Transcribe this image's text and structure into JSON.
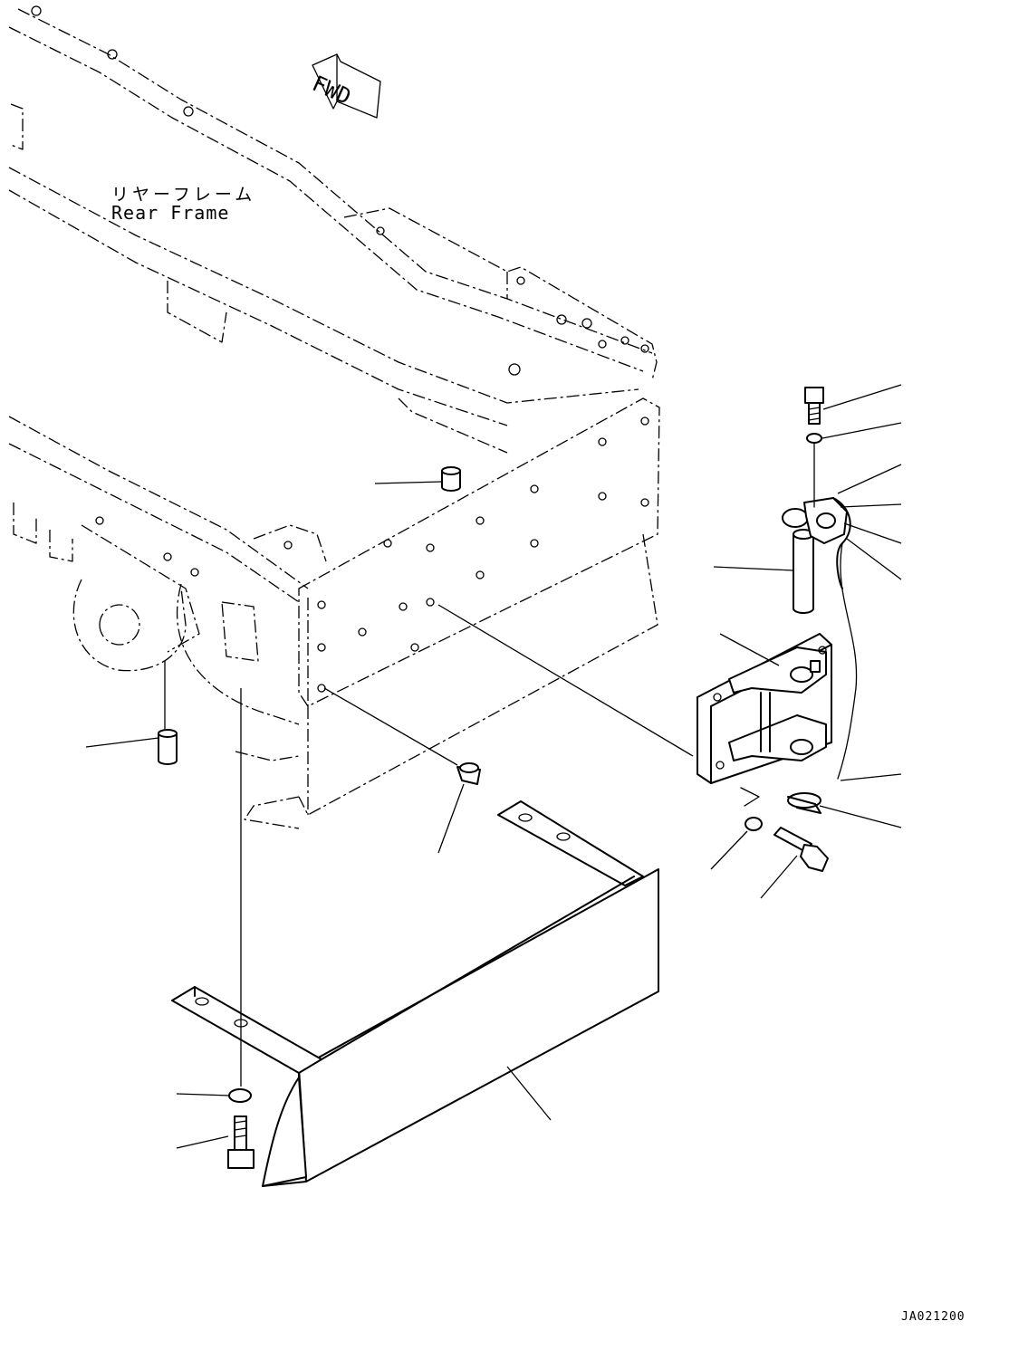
{
  "labels": {
    "fwd": "FWD",
    "rear_frame_jp": "リヤーフレーム",
    "rear_frame_en": "Rear Frame",
    "drawing_code": "JA021200"
  },
  "colors": {
    "line": "#000000",
    "background": "#ffffff"
  },
  "parts": [
    "bolt-top",
    "washer-top",
    "retainer",
    "pin-lock-top",
    "chain",
    "pin",
    "hitch-bracket",
    "pin-lock-bottom",
    "washer",
    "bolt",
    "plug",
    "bushing",
    "guard",
    "washer-left",
    "bolt-left"
  ]
}
